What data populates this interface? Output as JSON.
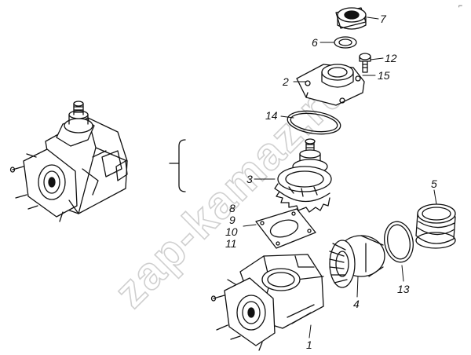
{
  "watermark": "zap-kamaz.ru",
  "corner_mark": "⌐",
  "parts": [
    {
      "id": "p1",
      "number": "1"
    },
    {
      "id": "p2",
      "number": "2"
    },
    {
      "id": "p3",
      "number": "3"
    },
    {
      "id": "p4",
      "number": "4"
    },
    {
      "id": "p5",
      "number": "5"
    },
    {
      "id": "p6",
      "number": "6"
    },
    {
      "id": "p7",
      "number": "7"
    },
    {
      "id": "p8",
      "number": "8"
    },
    {
      "id": "p9",
      "number": "9"
    },
    {
      "id": "p10",
      "number": "10"
    },
    {
      "id": "p11",
      "number": "11"
    },
    {
      "id": "p12",
      "number": "12"
    },
    {
      "id": "p13",
      "number": "13"
    },
    {
      "id": "p14",
      "number": "14"
    },
    {
      "id": "p15",
      "number": "15"
    }
  ]
}
